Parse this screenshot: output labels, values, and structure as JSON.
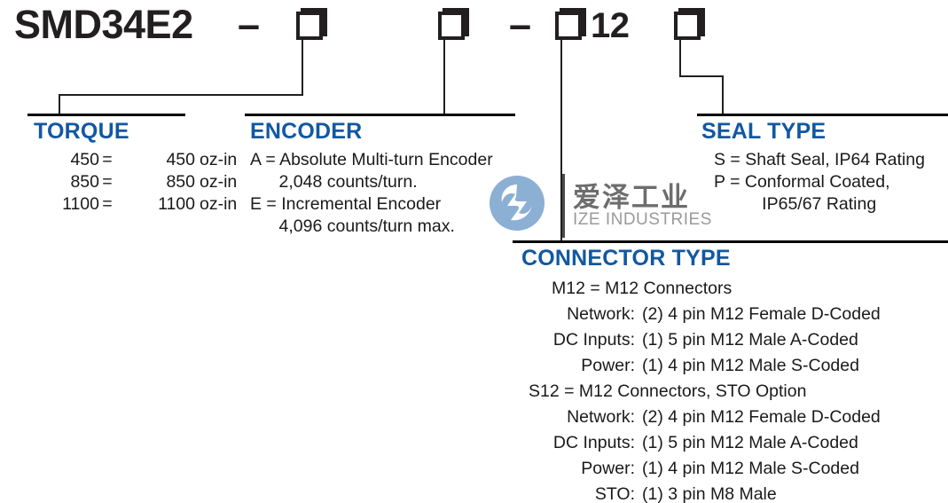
{
  "part_number": {
    "model": "SMD34E2",
    "dash1": "–",
    "dash2": "–",
    "suffix_12": "12",
    "boxes": [
      "",
      "",
      "",
      ""
    ]
  },
  "sections": {
    "torque": {
      "title": "TORQUE",
      "rows": [
        {
          "code": "450",
          "eq": "=",
          "value": "450",
          "unit": "oz-in"
        },
        {
          "code": "850",
          "eq": "=",
          "value": "850",
          "unit": "oz-in"
        },
        {
          "code": "1100",
          "eq": "=",
          "value": "1100",
          "unit": "oz-in"
        }
      ]
    },
    "encoder": {
      "title": "ENCODER",
      "lines": [
        "A = Absolute Multi-turn Encoder",
        "      2,048 counts/turn.",
        "E = Incremental Encoder",
        "      4,096 counts/turn max."
      ]
    },
    "seal_type": {
      "title": "SEAL TYPE",
      "lines": [
        "S = Shaft Seal, IP64 Rating",
        "P = Conformal Coated,",
        "          IP65/67 Rating"
      ]
    },
    "connector_type": {
      "title": "CONNECTOR TYPE",
      "groups": [
        {
          "header": "M12 = M12 Connectors",
          "rows": [
            {
              "label": "Network:",
              "value": "(2) 4 pin M12 Female D-Coded"
            },
            {
              "label": "DC Inputs:",
              "value": "(1) 5 pin M12 Male A-Coded"
            },
            {
              "label": "Power:",
              "value": "(1) 4 pin M12 Male S-Coded"
            }
          ]
        },
        {
          "header": "S12 = M12 Connectors, STO Option",
          "rows": [
            {
              "label": "Network:",
              "value": "(2) 4 pin M12 Female D-Coded"
            },
            {
              "label": "DC Inputs:",
              "value": "(1) 5 pin M12 Male A-Coded"
            },
            {
              "label": "Power:",
              "value": "(1) 4 pin M12 Male S-Coded"
            },
            {
              "label": "STO:",
              "value": "(1) 3 pin M8 Male"
            }
          ]
        }
      ]
    }
  },
  "watermark": {
    "chinese": "爱泽工业",
    "english": "IZE INDUSTRIES"
  },
  "colors": {
    "heading_blue": "#1258a0",
    "text_black": "#1a1a1a",
    "watermark_blue": "#8cafd4"
  }
}
